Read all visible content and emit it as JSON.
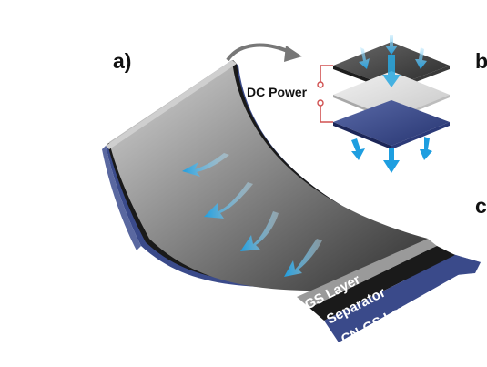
{
  "panels": {
    "a": "a)",
    "b": "b",
    "c": "c"
  },
  "power": {
    "label": "DC Power"
  },
  "layers": {
    "gs": "GS Layer",
    "separator": "Separator",
    "cn_gs": "CN-GS Layer"
  },
  "colors": {
    "arrow": "#29a8e0",
    "gs_layer": "#9a9a9a",
    "separator": "#1a1a1a",
    "cn_gs_layer": "#3a4a8a",
    "wire": "#d05050"
  }
}
